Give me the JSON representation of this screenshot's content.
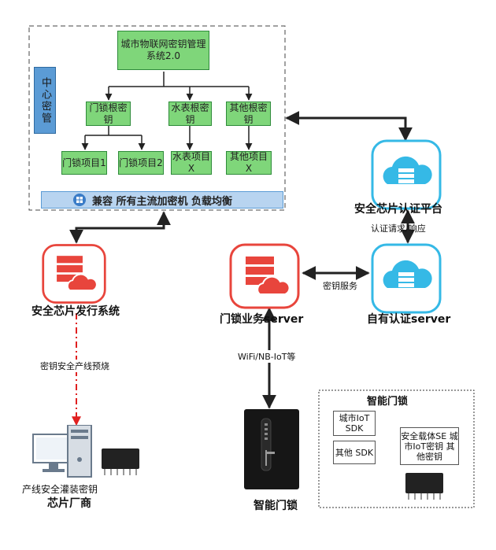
{
  "system": {
    "title": "城市物联网密钥管理系统2.0",
    "side_label": "中心密管",
    "roots": [
      "门锁根密钥",
      "水表根密钥",
      "其他根密钥"
    ],
    "items": [
      "门锁项目1",
      "门锁项目2",
      "水表项目X",
      "其他项目X"
    ],
    "compat_text": "兼容 所有主流加密机 负载均衡"
  },
  "nodes": {
    "chip_auth": "安全芯片认证平台",
    "auth_req": "认证请求/响应",
    "own_auth": "自有认证server",
    "lock_server": "门锁业务server",
    "key_service": "密钥服务",
    "wifi": "WiFi/NB-IoT等",
    "chip_issue": "安全芯片发行系统",
    "preburn": "密钥安全产线预烧",
    "factory_inject": "产线安全灌装密钥",
    "chip_vendor": "芯片厂商",
    "smart_lock": "智能门锁"
  },
  "smart_lock_box": {
    "title": "智能门锁",
    "sdk1": "城市IoT SDK",
    "sdk2": "其他 SDK",
    "se": "安全载体SE 城市IoT密钥 其他密钥"
  },
  "colors": {
    "green": "#7fd67a",
    "blue": "#5b9bd5",
    "red": "#e8453c",
    "cyan": "#35b9e6"
  }
}
